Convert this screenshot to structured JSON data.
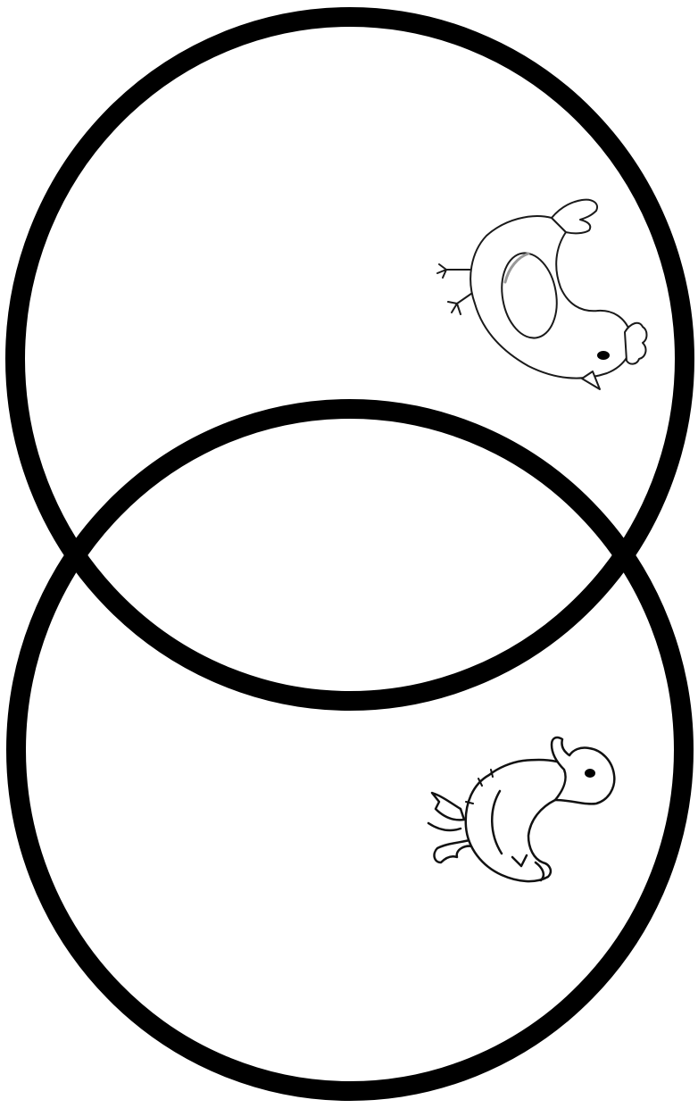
{
  "diagram": {
    "type": "venn",
    "set_count": 2,
    "orientation": "vertical",
    "colors": {
      "background": "#ffffff",
      "outline": "#000000",
      "drawing_line": "#1a1a1a",
      "drawing_fill": "#ffffff"
    },
    "sets": [
      {
        "position": "top",
        "icon": "hen-icon"
      },
      {
        "position": "bottom",
        "icon": "duck-icon"
      }
    ]
  }
}
